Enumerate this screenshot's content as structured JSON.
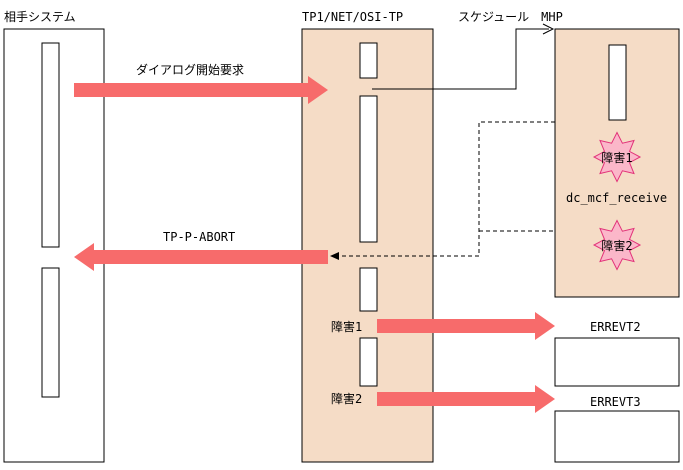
{
  "lanes": {
    "partner": "相手システム",
    "tp": "TP1/NET/OSI-TP",
    "mhp": "スケジュール　MHP"
  },
  "messages": {
    "dialog_request": "ダイアログ開始要求",
    "abort": "TP-P-ABORT",
    "receive_func": "dc_mcf_receive"
  },
  "faults": {
    "fault1": "障害1",
    "fault2": "障害2"
  },
  "events": {
    "errevt2": "ERREVT2",
    "errevt3": "ERREVT3"
  },
  "colors": {
    "lane_fill": "#f5dcc6",
    "arrow_red": "#f76b6b",
    "burst_fill": "#fbb7c9",
    "burst_stroke": "#e2337a"
  }
}
